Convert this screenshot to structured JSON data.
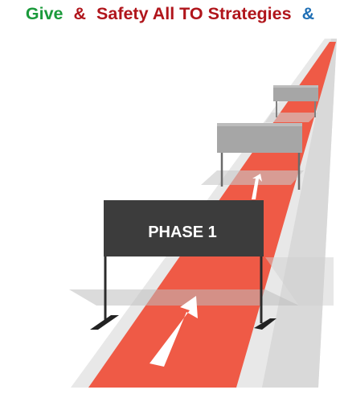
{
  "title": {
    "words": [
      {
        "text": "Give",
        "color": "#1b9a3b"
      },
      {
        "text": "&",
        "color": "#b0151b"
      },
      {
        "text": "Safety All TO Strategies",
        "color": "#b0151b"
      },
      {
        "text": "&",
        "color": "#1f6fb5"
      }
    ]
  },
  "scene": {
    "road_color": "#e8e8e8",
    "track_color": "#ef5a46",
    "hurdles": [
      {
        "label": "PHASE 1",
        "color": "#3c3c3c",
        "label_color": "#ffffff"
      },
      {
        "label": "",
        "color": "#a6a6a6"
      },
      {
        "label": "",
        "color": "#a6a6a6"
      }
    ],
    "arrows": [
      "arrow-up-icon",
      "arrow-up-icon"
    ]
  }
}
